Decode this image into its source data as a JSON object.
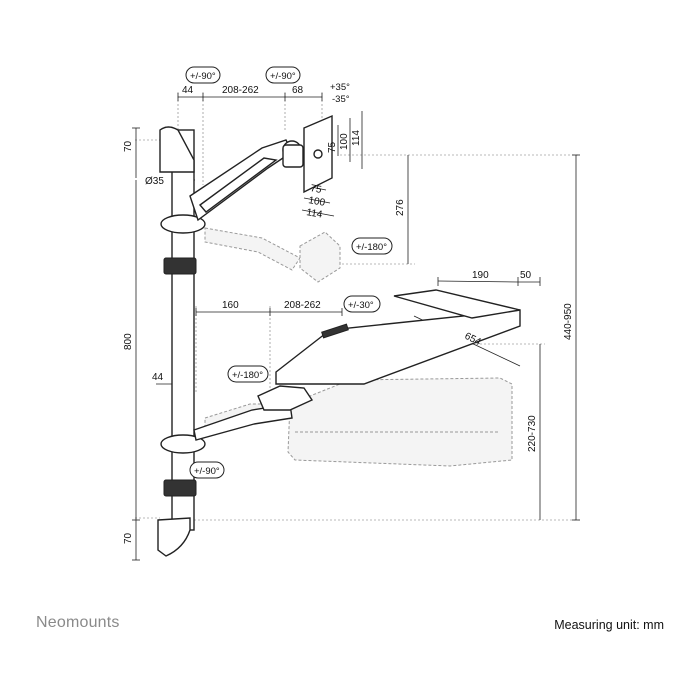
{
  "brand": "Neomounts",
  "unit_note": "Measuring unit: mm",
  "rotations": {
    "upper_arm_left": "+/-90°",
    "upper_arm_right": "+/-90°",
    "monitor_tilt_up": "+35°",
    "monitor_tilt_down": "-35°",
    "monitor_rotate": "+/-180°",
    "keyboard_tilt": "+/-30°",
    "keyboard_arm_rotate": "+/-180°",
    "keyboard_pole_rotate": "+/-90°"
  },
  "dimensions": {
    "upper_offset": "44",
    "upper_reach": "208-262",
    "upper_head": "68",
    "vesa_h_75": "75",
    "vesa_h_100": "100",
    "vesa_h_114": "114",
    "vesa_w_75": "75",
    "vesa_w_100": "100",
    "vesa_w_114": "114",
    "pole_diameter": "Ø35",
    "top_cap": "70",
    "pole_length": "800",
    "monitor_height_range": "276",
    "keyboard_width": "190",
    "keyboard_depth_extra": "50",
    "keyboard_length": "654",
    "lower_reach_a": "160",
    "lower_reach_b": "208-262",
    "lower_offset": "44",
    "keyboard_height": "220-730",
    "total_height": "440-950",
    "bottom_cap": "70"
  }
}
